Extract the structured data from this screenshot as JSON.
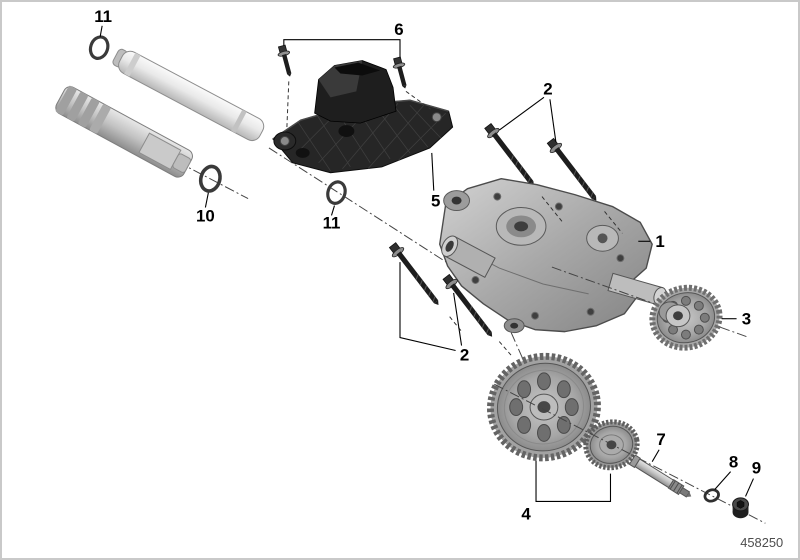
{
  "diagram": {
    "part_number_label": "458250",
    "callouts": {
      "c11_top": "11",
      "c10": "10",
      "c11_mid": "11",
      "c5": "5",
      "c6": "6",
      "c2_top": "2",
      "c1": "1",
      "c3": "3",
      "c2_bottom": "2",
      "c4": "4",
      "c7": "7",
      "c8": "8",
      "c9": "9"
    },
    "colors": {
      "background": "#ffffff",
      "outline": "#000000",
      "metal_gray": "#a8a8a8",
      "plastic_black": "#1d1d1d"
    }
  }
}
